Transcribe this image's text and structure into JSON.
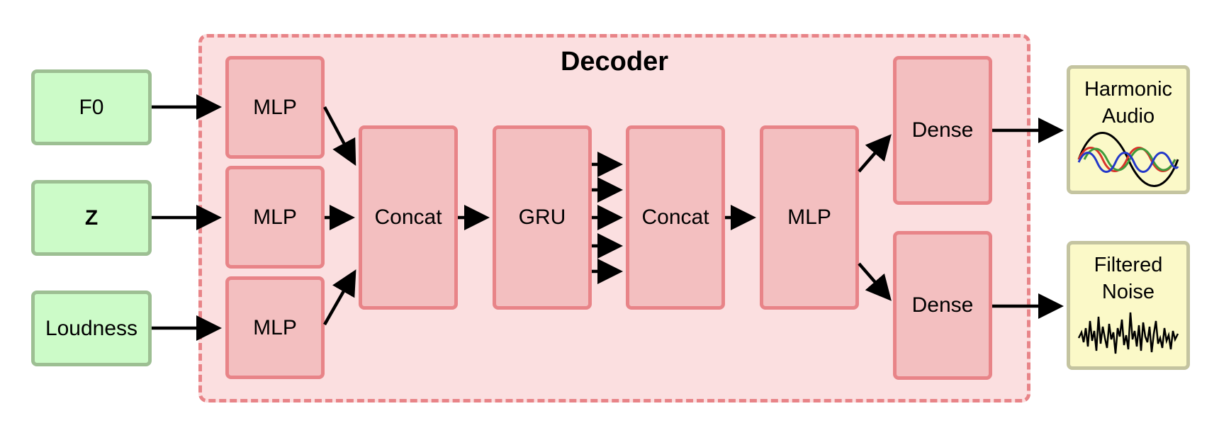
{
  "decoder": {
    "title": "Decoder"
  },
  "inputs": [
    {
      "label": "F0"
    },
    {
      "label": "Z"
    },
    {
      "label": "Loudness"
    }
  ],
  "mlp_label": "MLP",
  "concat_label": "Concat",
  "gru_label": "GRU",
  "dense_label": "Dense",
  "outputs": [
    {
      "line1": "Harmonic",
      "line2": "Audio",
      "icon": "sine-waves-icon"
    },
    {
      "line1": "Filtered",
      "line2": "Noise",
      "icon": "noise-signal-icon"
    }
  ],
  "colors": {
    "input_fill": "#ccfbc8",
    "input_border": "#9dbf93",
    "layer_fill": "#f3bfc0",
    "layer_border": "#e88488",
    "decoder_fill": "#fbdfe0",
    "output_fill": "#fbf9c8",
    "output_border": "#c4c4a0"
  }
}
